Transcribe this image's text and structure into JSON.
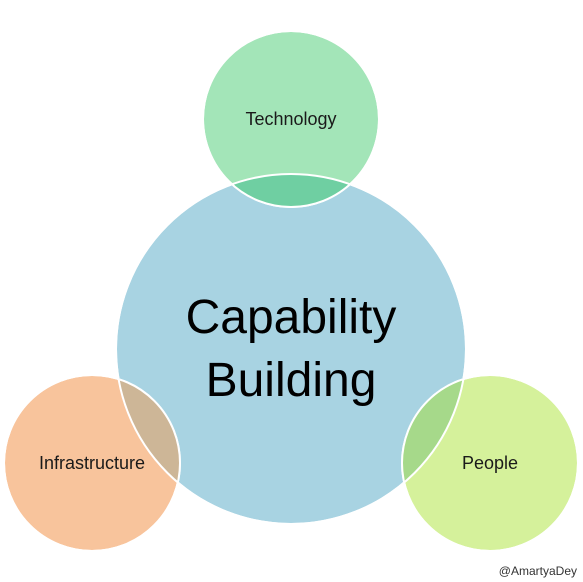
{
  "diagram": {
    "center": {
      "label_line1": "Capability",
      "label_line2": "Building",
      "color": "#a8d3e2"
    },
    "nodes": [
      {
        "id": "technology",
        "label": "Technology",
        "color": "#a3e5b8"
      },
      {
        "id": "infrastructure",
        "label": "Infrastructure",
        "color": "#f8c49c"
      },
      {
        "id": "people",
        "label": "People",
        "color": "#d5f19b"
      }
    ]
  },
  "credit": "@AmartyaDey"
}
